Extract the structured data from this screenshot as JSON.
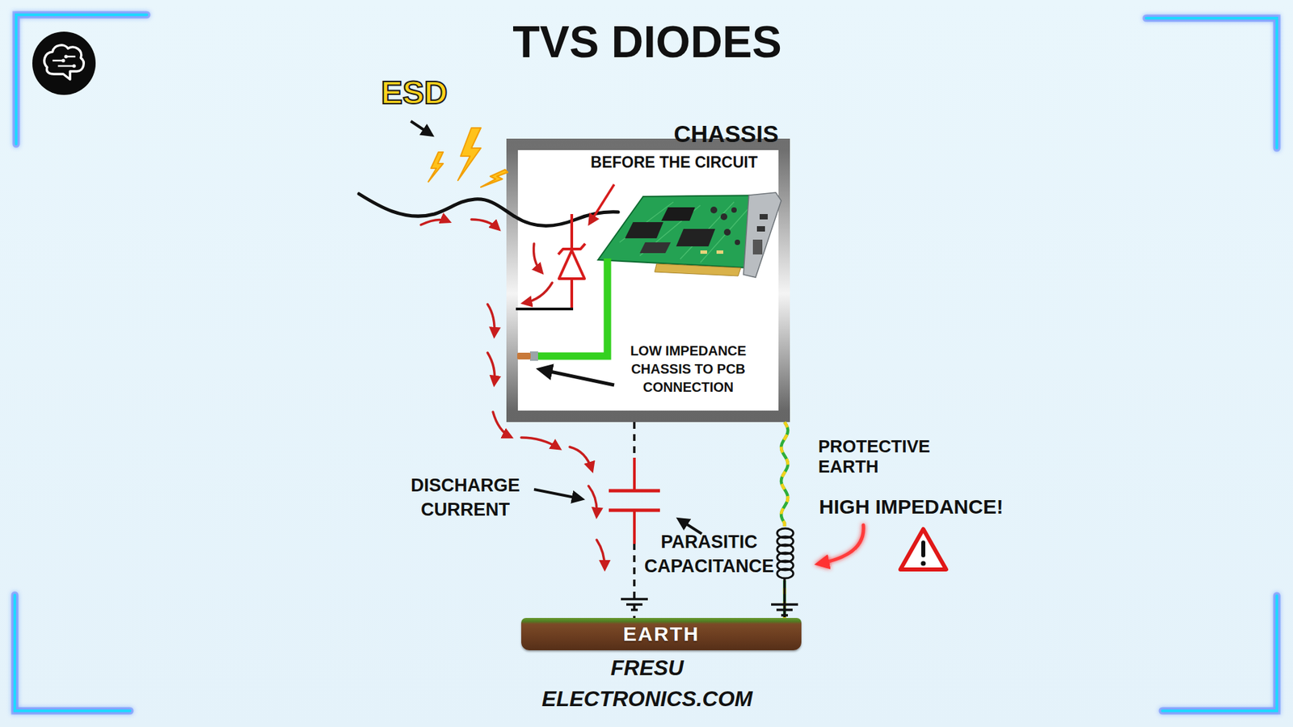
{
  "diagram": {
    "title": "TVS DIODES",
    "caption": "FRESU ELECTRONICS.COM",
    "nodes": [
      {
        "text": [
          "CHASSIS"
        ]
      },
      {
        "text": [
          "EARTH"
        ]
      }
    ],
    "edges": [
      {
        "from": 0,
        "to": 1,
        "arrow": "none"
      },
      {
        "from": 0,
        "to": 1,
        "label": "PROTECTIVE EARTH",
        "arrow": "none"
      }
    ],
    "labels": [
      "ESD",
      "BEFORE THE CIRCUIT",
      "LOW IMPEDANCE CHASSIS TO PCB CONNECTION",
      "DISCHARGE CURRENT",
      "PARASITIC CAPACITANCE",
      "HIGH IMPEDANCE!"
    ]
  }
}
